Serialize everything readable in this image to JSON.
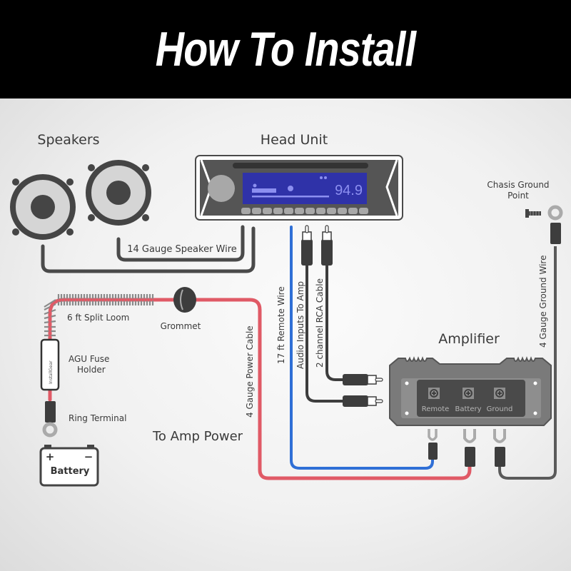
{
  "header": {
    "title": "How To Install"
  },
  "colors": {
    "power": "#e05a66",
    "remote": "#2f6fd6",
    "wire": "#4a4a4a",
    "display": "#2f32a8",
    "display_text": "#8c8ff0"
  },
  "components": {
    "speakers": "Speakers",
    "head_unit": "Head Unit",
    "head_unit_display": "94.9",
    "amplifier": "Amplifier",
    "amp_terminals": [
      "Remote",
      "Battery",
      "Ground"
    ],
    "battery": "Battery",
    "battery_plus": "+",
    "battery_minus": "−",
    "fuse_brand": "InstallGear",
    "chassis_ground": [
      "Chasis Ground",
      "Point"
    ]
  },
  "labels": {
    "speaker_wire": "14 Gauge Speaker Wire",
    "split_loom": "6 ft Split Loom",
    "grommet": "Grommet",
    "fuse_holder": [
      "AGU Fuse",
      "Holder"
    ],
    "ring_terminal": "Ring Terminal",
    "to_amp_power": "To Amp Power",
    "power_cable": "4 Gauge Power Cable",
    "remote_wire": "17 ft Remote Wire",
    "audio_inputs": "Audio Inputs To Amp",
    "rca_cable": "2 channel RCA Cable",
    "ground_wire": "4 Gauge Ground Wire"
  }
}
